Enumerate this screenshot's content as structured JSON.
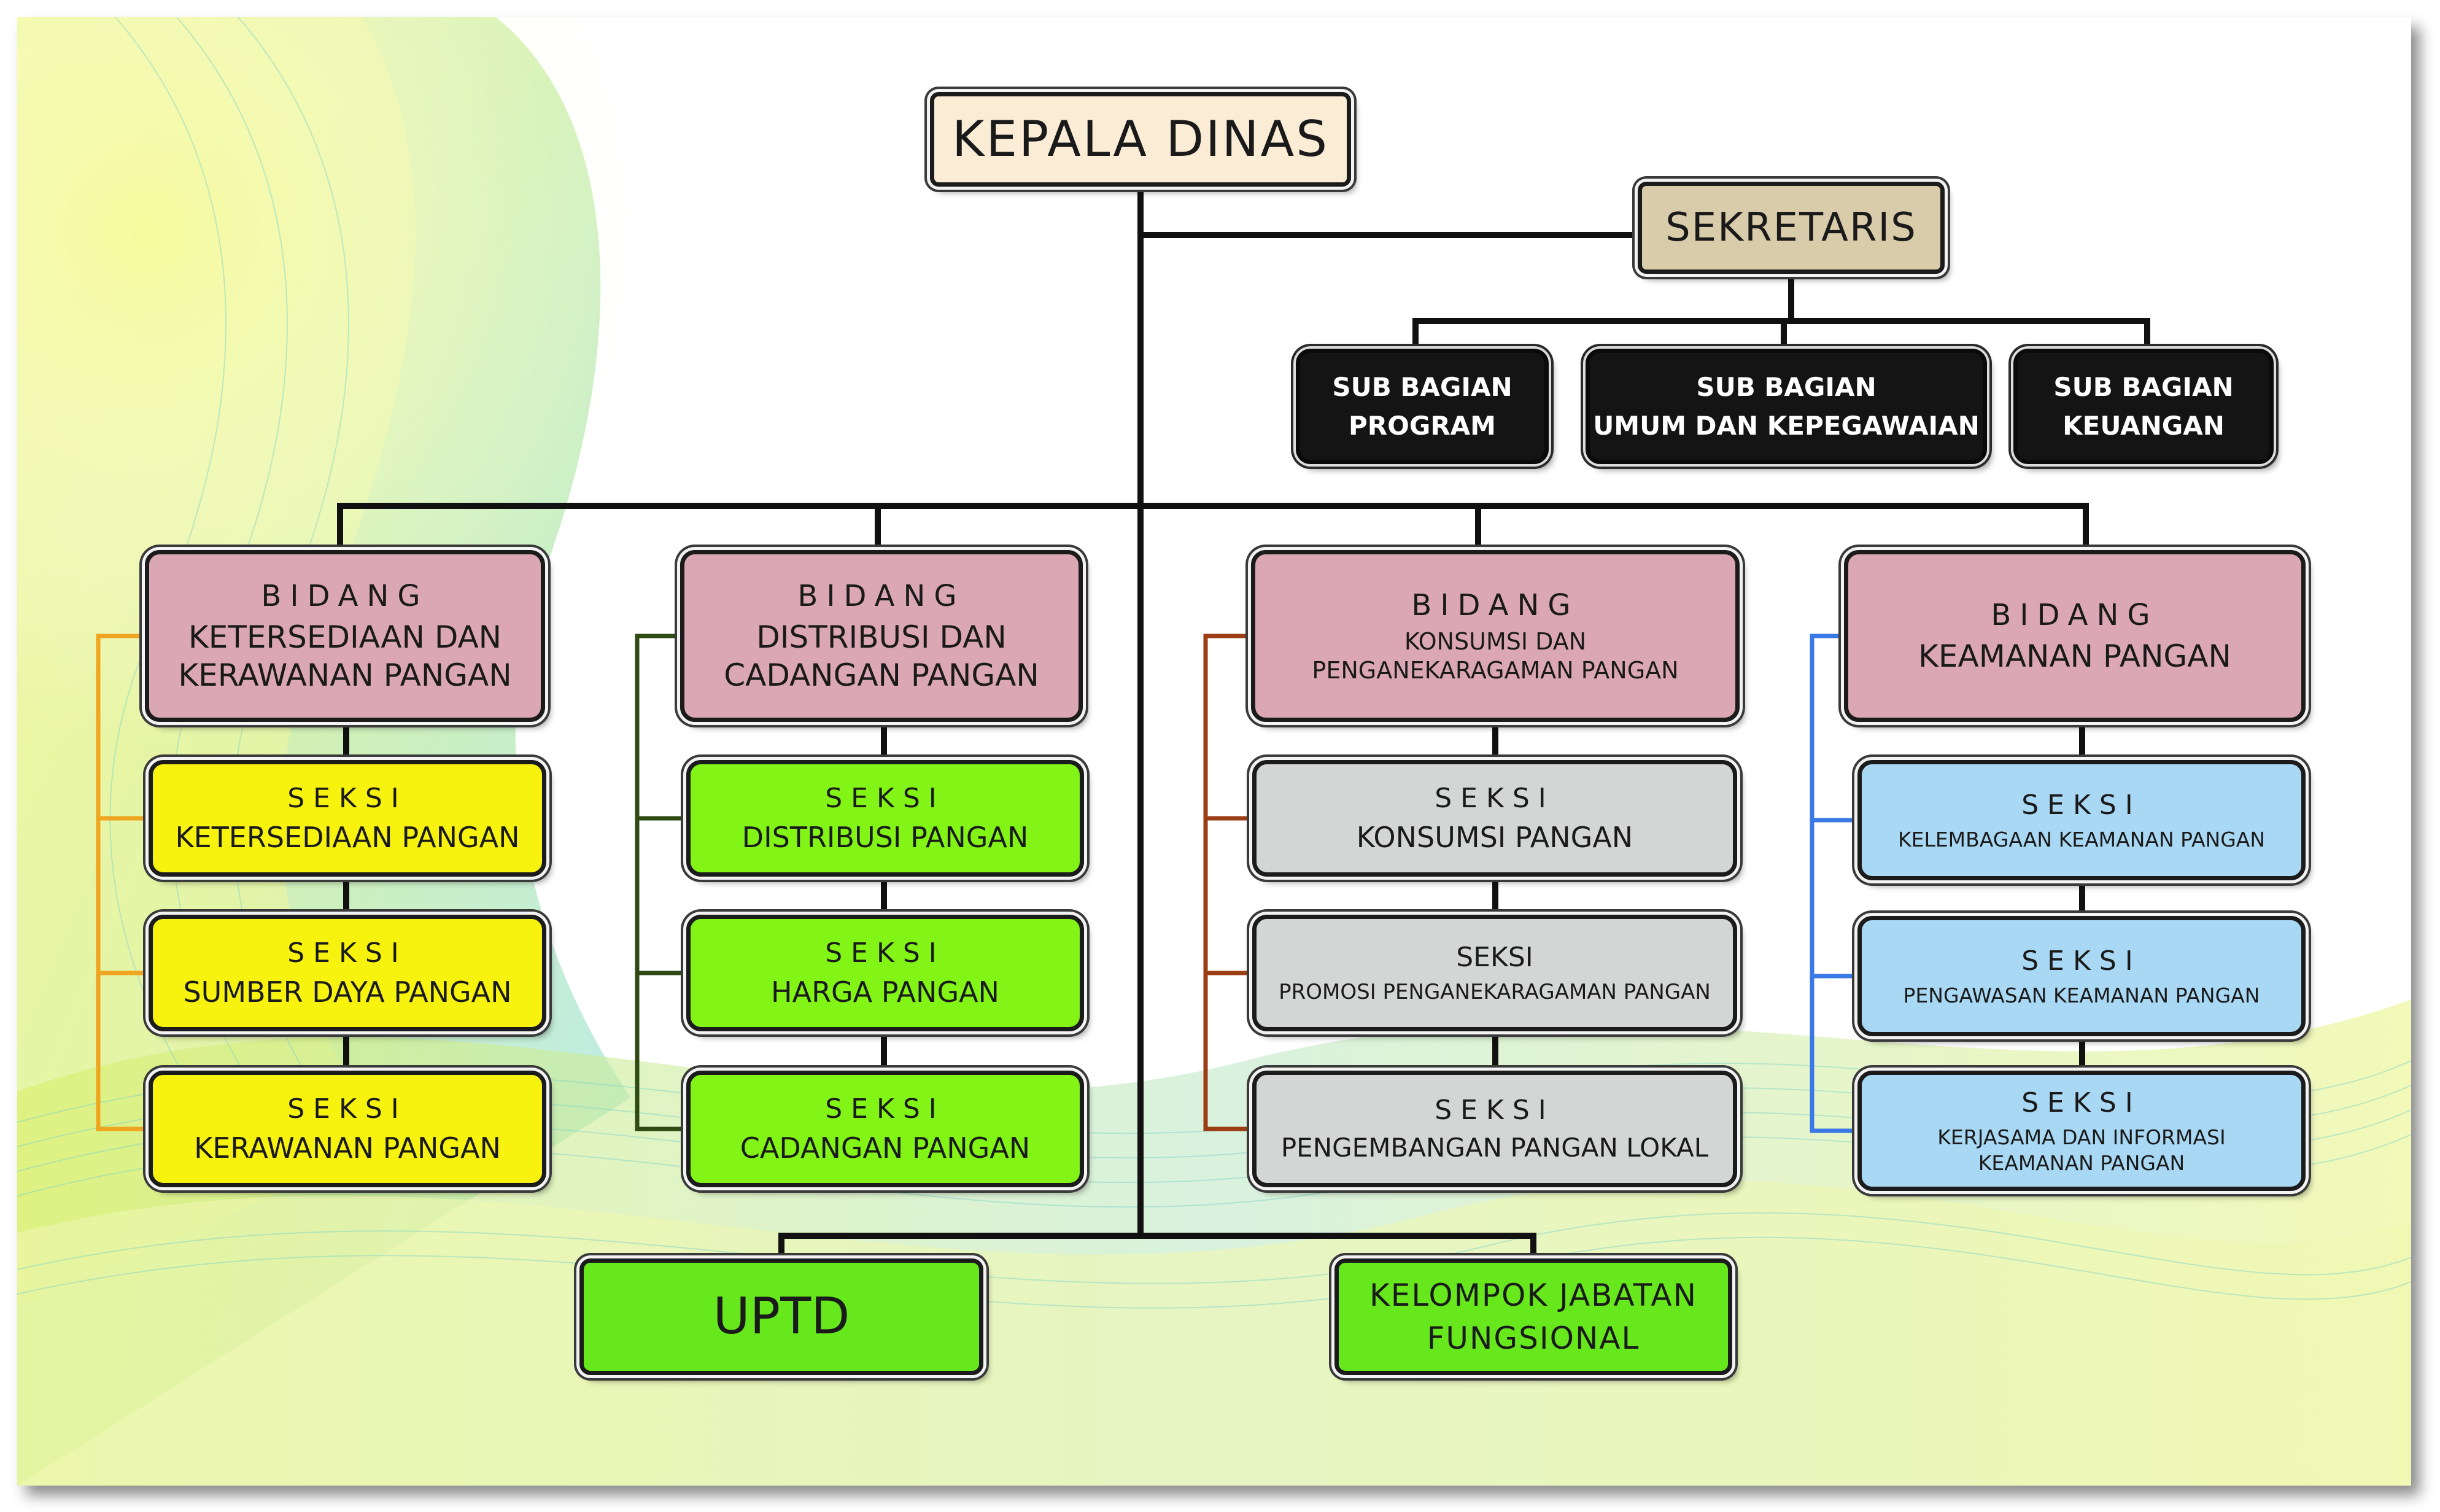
{
  "colors": {
    "connector": "#111111",
    "bracket_col1": "#f0a521",
    "bracket_col2": "#2f4a12",
    "bracket_col3": "#9c3e14",
    "bracket_col4": "#3a78e6"
  },
  "head": {
    "kepala_dinas": "KEPALA DINAS"
  },
  "secretariat": {
    "title": "SEKRETARIS",
    "subs": [
      {
        "l1": "SUB BAGIAN",
        "l2": "PROGRAM"
      },
      {
        "l1": "SUB BAGIAN",
        "l2": "UMUM DAN KEPEGAWAIAN"
      },
      {
        "l1": "SUB BAGIAN",
        "l2": "KEUANGAN"
      }
    ]
  },
  "columns": [
    {
      "bidang": {
        "kw": "BIDANG",
        "l1": "KETERSEDIAAN DAN",
        "l2": "KERAWANAN PANGAN"
      },
      "seksi": [
        {
          "kw": "SEKSI",
          "name": "KETERSEDIAAN PANGAN"
        },
        {
          "kw": "SEKSI",
          "name": "SUMBER DAYA PANGAN"
        },
        {
          "kw": "SEKSI",
          "name": "KERAWANAN PANGAN"
        }
      ]
    },
    {
      "bidang": {
        "kw": "BIDANG",
        "l1": "DISTRIBUSI DAN",
        "l2": "CADANGAN PANGAN"
      },
      "seksi": [
        {
          "kw": "SEKSI",
          "name": "DISTRIBUSI PANGAN"
        },
        {
          "kw": "SEKSI",
          "name": "HARGA  PANGAN"
        },
        {
          "kw": "SEKSI",
          "name": "CADANGAN  PANGAN"
        }
      ]
    },
    {
      "bidang": {
        "kw": "BIDANG",
        "l1": "KONSUMSI DAN",
        "l2": "PENGANEKARAGAMAN PANGAN"
      },
      "seksi": [
        {
          "kw": "SEKSI",
          "name": "KONSUMSI  PANGAN"
        },
        {
          "kw": "SEKSI",
          "name": "PROMOSI PENGANEKARAGAMAN PANGAN"
        },
        {
          "kw": "SEKSI",
          "name": "PENGEMBANGAN PANGAN LOKAL"
        }
      ]
    },
    {
      "bidang": {
        "kw": "BIDANG",
        "l1": "KEAMANAN PANGAN"
      },
      "seksi": [
        {
          "kw": "SEKSI",
          "name": "KELEMBAGAAN KEAMANAN PANGAN"
        },
        {
          "kw": "SEKSI",
          "name": "PENGAWASAN KEAMANAN PANGAN"
        },
        {
          "kw": "SEKSI",
          "name": "KERJASAMA DAN INFORMASI",
          "name2": "KEAMANAN PANGAN"
        }
      ]
    }
  ],
  "bottom": {
    "uptd": "UPTD",
    "kjf_l1": "KELOMPOK JABATAN",
    "kjf_l2": "FUNGSIONAL"
  }
}
